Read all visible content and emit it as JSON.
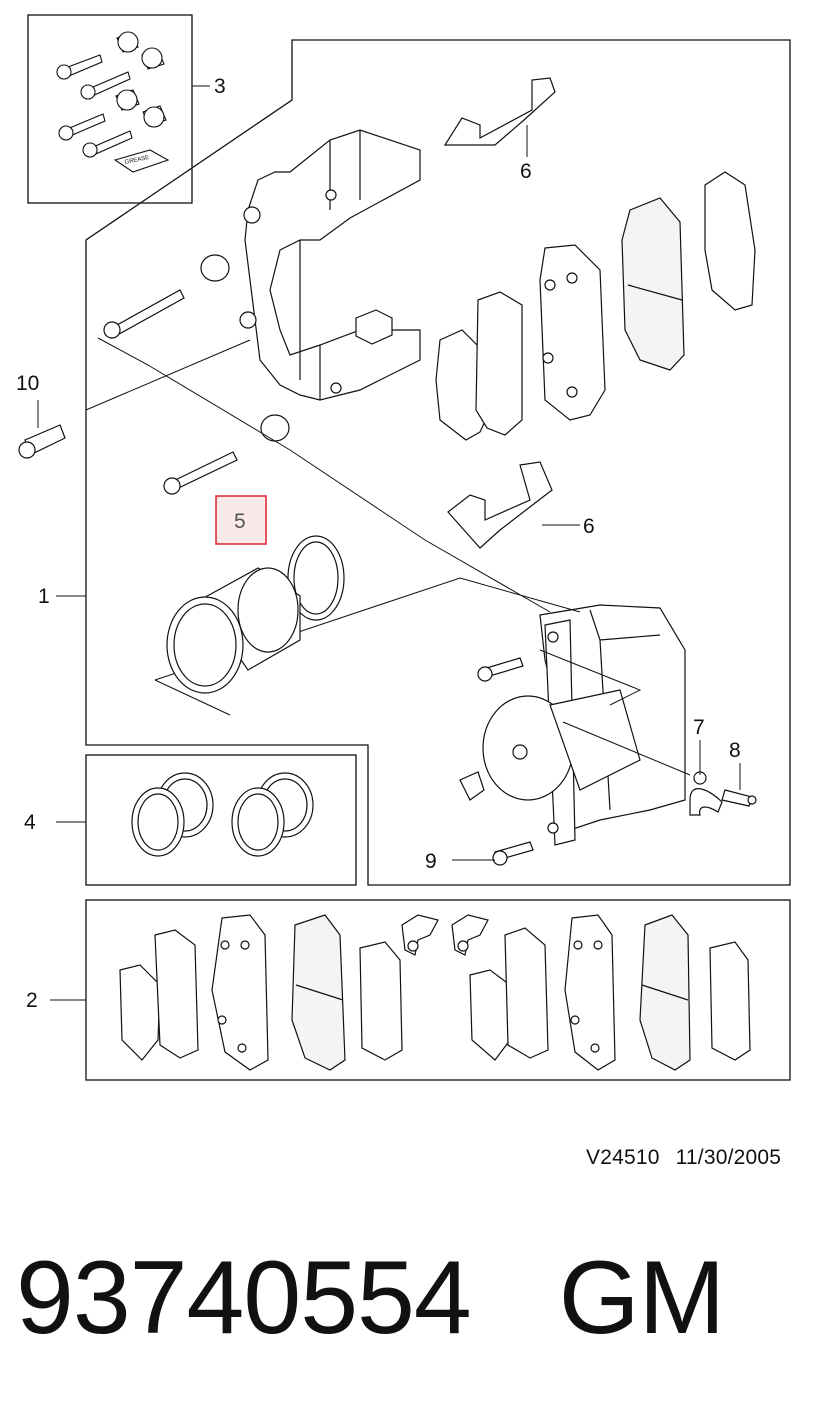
{
  "callouts": {
    "c1": "1",
    "c2": "2",
    "c3": "3",
    "c4": "4",
    "c5": "5",
    "c6a": "6",
    "c6b": "6",
    "c7": "7",
    "c8": "8",
    "c9": "9",
    "c10": "10"
  },
  "highlight": {
    "callout": "5",
    "color": "#e0303a",
    "fill": "#fbe9ea"
  },
  "drawing": {
    "code": "V24510",
    "date": "11/30/2005"
  },
  "part": {
    "number": "93740554",
    "brand": "GM"
  },
  "icons": {
    "grease_packet": "GREASE"
  }
}
